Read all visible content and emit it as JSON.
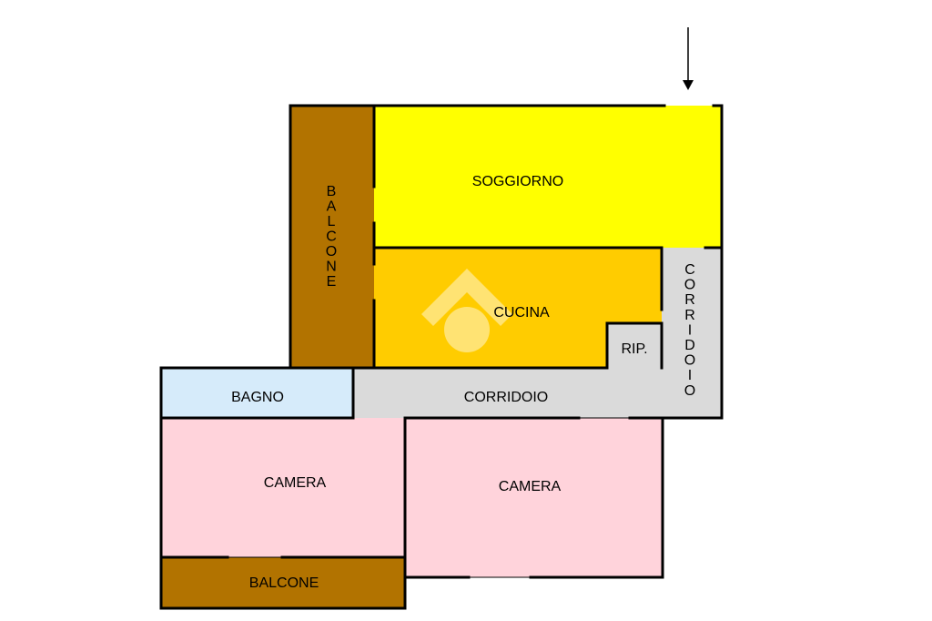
{
  "colors": {
    "soggiorno": "#ffff00",
    "cucina": "#ffcc00",
    "balcone": "#b27300",
    "corridoio": "#dadada",
    "ripostiglio": "#dadada",
    "bagno": "#d6ebfa",
    "camera": "#ffd3db",
    "wall": "#000000",
    "watermark": "#ffffff"
  },
  "rooms": {
    "soggiorno": "SOGGIORNO",
    "cucina": "CUCINA",
    "balcone_vertical": "BALCONE",
    "corridoio_vertical": "CORRIDOIO",
    "ripostiglio": "RIP.",
    "bagno": "BAGNO",
    "corridoio": "CORRIDOIO",
    "camera_left": "CAMERA",
    "camera_right": "CAMERA",
    "balcone_bottom": "BALCONE"
  },
  "icons": {
    "entrance": "arrow-down-icon",
    "watermark": "house-logo-icon"
  }
}
